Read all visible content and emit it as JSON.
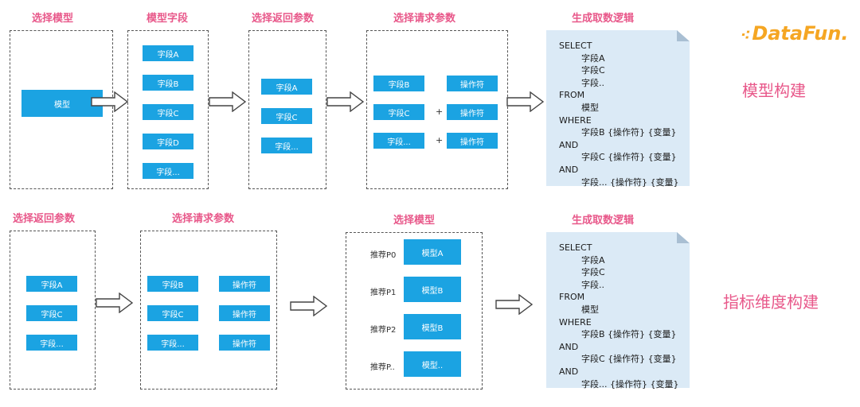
{
  "top": {
    "titles": {
      "model": "选择模型",
      "fields": "模型字段",
      "returns": "选择返回参数",
      "request": "选择请求参数",
      "logic": "生成取数逻辑"
    },
    "model_chip": "模型",
    "field_chips": [
      "字段A",
      "字段B",
      "字段C",
      "字段D",
      "字段..."
    ],
    "return_chips": [
      "字段A",
      "字段C",
      "字段..."
    ],
    "request_rows": [
      {
        "field": "字段B",
        "plus": "",
        "op": "操作符"
      },
      {
        "field": "字段C",
        "plus": "+",
        "op": "操作符"
      },
      {
        "field": "字段...",
        "plus": "+",
        "op": "操作符"
      }
    ],
    "sql": [
      {
        "text": "SELECT",
        "indent": false
      },
      {
        "text": "字段A",
        "indent": true
      },
      {
        "text": "字段C",
        "indent": true
      },
      {
        "text": "字段..",
        "indent": true
      },
      {
        "text": "FROM",
        "indent": false
      },
      {
        "text": "模型",
        "indent": true
      },
      {
        "text": "WHERE",
        "indent": false
      },
      {
        "text": "字段B {操作符} {变量}",
        "indent": true
      },
      {
        "text": "AND",
        "indent": false
      },
      {
        "text": "字段C {操作符} {变量}",
        "indent": true
      },
      {
        "text": "AND",
        "indent": false
      },
      {
        "text": "字段... {操作符} {变量}",
        "indent": true
      }
    ]
  },
  "bottom": {
    "titles": {
      "returns": "选择返回参数",
      "request": "选择请求参数",
      "model": "选择模型",
      "logic": "生成取数逻辑"
    },
    "return_chips": [
      "字段A",
      "字段C",
      "字段..."
    ],
    "request_rows": [
      {
        "field": "字段B",
        "op": "操作符"
      },
      {
        "field": "字段C",
        "op": "操作符"
      },
      {
        "field": "字段...",
        "op": "操作符"
      }
    ],
    "recommend_rows": [
      {
        "label": "推荐P0",
        "model": "模型A"
      },
      {
        "label": "推荐P1",
        "model": "模型B"
      },
      {
        "label": "推荐P2",
        "model": "模型B"
      },
      {
        "label": "推荐P..",
        "model": "模型.."
      }
    ],
    "sql": [
      {
        "text": "SELECT",
        "indent": false
      },
      {
        "text": "字段A",
        "indent": true
      },
      {
        "text": "字段C",
        "indent": true
      },
      {
        "text": "字段..",
        "indent": true
      },
      {
        "text": "FROM",
        "indent": false
      },
      {
        "text": "模型",
        "indent": true
      },
      {
        "text": "WHERE",
        "indent": false
      },
      {
        "text": "字段B {操作符} {变量}",
        "indent": true
      },
      {
        "text": "AND",
        "indent": false
      },
      {
        "text": "字段C {操作符} {变量}",
        "indent": true
      },
      {
        "text": "AND",
        "indent": false
      },
      {
        "text": "字段... {操作符} {变量}",
        "indent": true
      }
    ]
  },
  "side_labels": {
    "top": "模型构建",
    "bottom": "指标维度构建"
  },
  "logo": {
    "text": "DataFun.",
    "color": "#f5a623"
  },
  "colors": {
    "chip": "#1ba3e2",
    "title": "#e8588a",
    "doc": "#dbeaf6"
  }
}
